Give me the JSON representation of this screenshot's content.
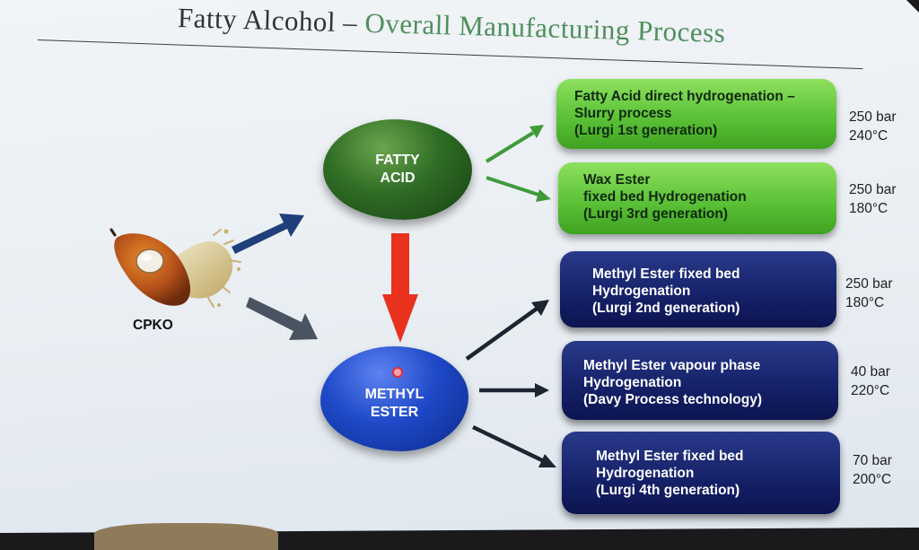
{
  "title": {
    "prefix": "Fatty Alcohol –",
    "accent": "Overall Manufacturing Process"
  },
  "source": {
    "label": "CPKO"
  },
  "nodes": {
    "fatty_acid": {
      "line1": "FATTY",
      "line2": "ACID"
    },
    "methyl_ester": {
      "line1": "METHYL",
      "line2": "ESTER"
    }
  },
  "processes": [
    {
      "line1": "Fatty Acid direct hydrogenation –",
      "line2": "Slurry process",
      "line3": "(Lurgi 1st generation)",
      "pressure": "250 bar",
      "temperature": "240°C",
      "color": "#5cc238"
    },
    {
      "line1": "Wax Ester",
      "line2": "fixed bed Hydrogenation",
      "line3": "(Lurgi 3rd generation)",
      "pressure": "250 bar",
      "temperature": "180°C",
      "color": "#5cc238"
    },
    {
      "line1": "Methyl Ester fixed bed",
      "line2": "Hydrogenation",
      "line3": "(Lurgi 2nd generation)",
      "pressure": "250 bar",
      "temperature": "180°C",
      "color": "#16226a"
    },
    {
      "line1": "Methyl Ester vapour phase",
      "line2": "Hydrogenation",
      "line3": "(Davy Process technology)",
      "pressure": "40 bar",
      "temperature": "220°C",
      "color": "#16226a"
    },
    {
      "line1": "Methyl Ester fixed bed",
      "line2": "Hydrogenation",
      "line3": "(Lurgi 4th generation)",
      "pressure": "70 bar",
      "temperature": "200°C",
      "color": "#16226a"
    }
  ],
  "colors": {
    "title_accent": "#4f8f5c",
    "fatty_acid_node": "#2f6d25",
    "methyl_ester_node": "#1f49c8",
    "green_arrow": "#3f9a3a",
    "red_arrow": "#e8321e",
    "blue_arrow": "#1f3f7a",
    "gray_arrow": "#4a5360",
    "dark_arrow": "#1c2530"
  },
  "icons": {
    "source_image": "palm-kernel-oil-splash-icon"
  }
}
